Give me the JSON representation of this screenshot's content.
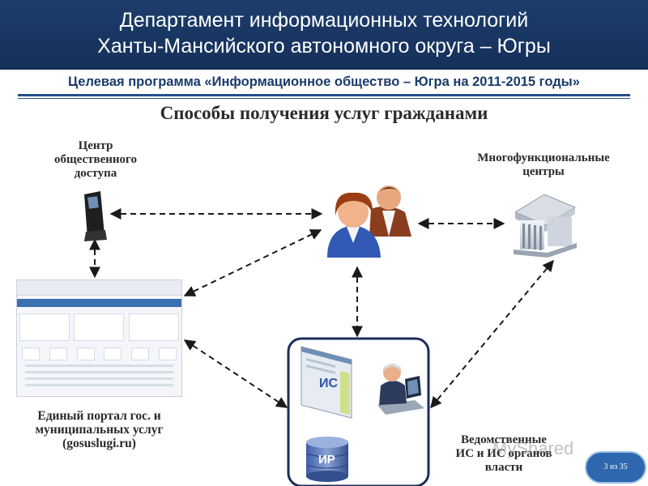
{
  "header": {
    "line1": "Департамент информационных технологий",
    "line2": "Ханты-Мансийского автономного округа – Югры"
  },
  "subtitle": "Целевая программа «Информационное общество – Югра на 2011-2015 годы»",
  "title": "Способы получения услуг гражданами",
  "nodes": {
    "access_center": [
      "Центр",
      "общественного",
      "доступа"
    ],
    "mfc": [
      "Многофункциональные",
      "центры"
    ],
    "portal": [
      "Единый портал гос. и",
      "муниципальных услуг",
      "(gosuslugi.ru)"
    ],
    "agencies": [
      "Ведомственные",
      "ИС и ИС органов",
      "власти"
    ],
    "is_label": "ИС",
    "ir_label": "ИР"
  },
  "page": "3 из 35",
  "watermark": "MyShared",
  "colors": {
    "header_bg": "#1d3d6b",
    "accent": "#27508a",
    "badge": "#2e67ad"
  }
}
